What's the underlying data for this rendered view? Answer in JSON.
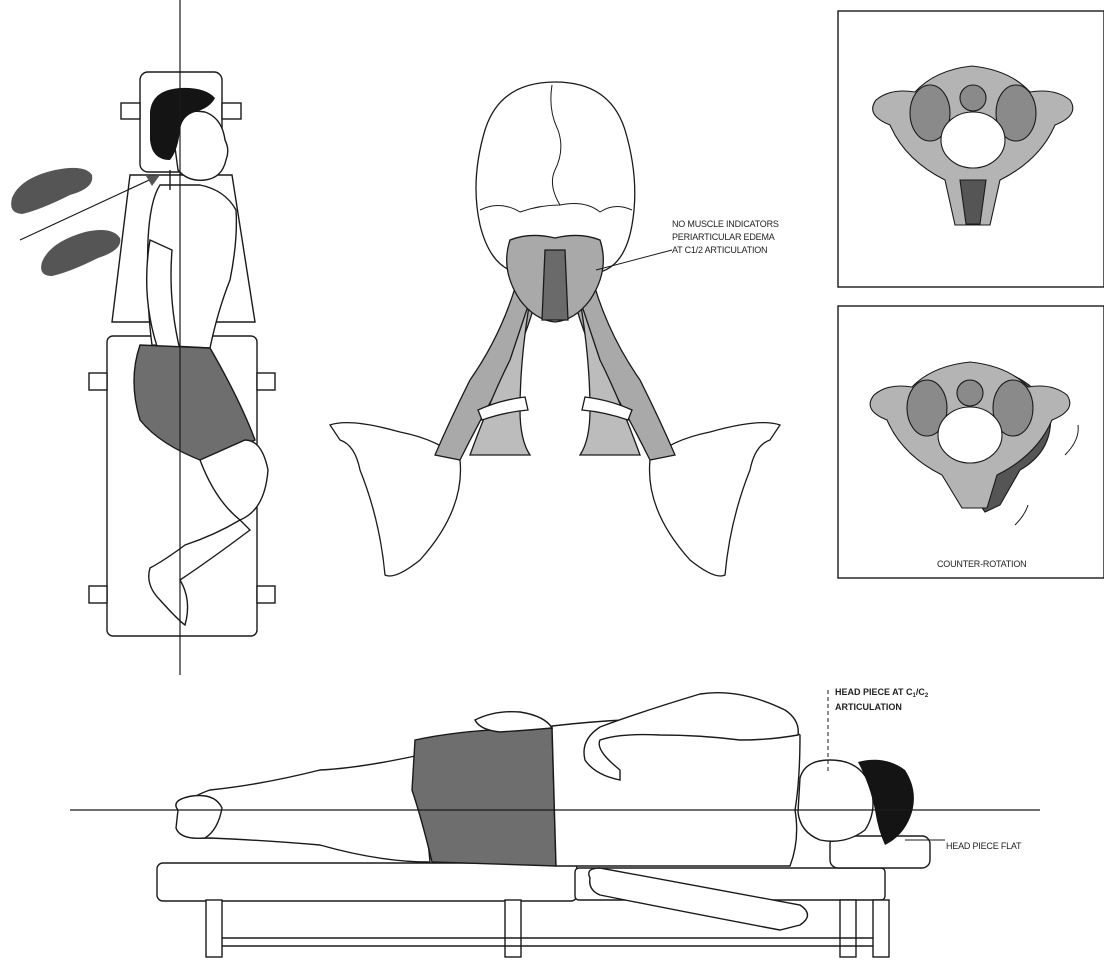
{
  "labels": {
    "muscle_line1": "NO MUSCLE INDICATORS",
    "muscle_line2": "PERIARTICULAR EDEMA",
    "muscle_line3": "AT C1/2 ARTICULATION",
    "counter_rotation": "COUNTER-ROTATION",
    "head_piece_at_line1": "HEAD PIECE AT C",
    "head_piece_at_sub1": "1",
    "head_piece_at_sep": "/C",
    "head_piece_at_sub2": "2",
    "head_piece_at_line2": "ARTICULATION",
    "head_piece_flat": "HEAD PIECE FLAT"
  },
  "colors": {
    "line": "#1a1a1a",
    "shorts": "#6e6e6e",
    "hair": "#141414",
    "muscle": "#a9a9a9",
    "vertebra_light": "#b4b4b4",
    "vertebra_mid": "#8a8a8a",
    "vertebra_dark": "#555555",
    "footprint": "#555555"
  }
}
